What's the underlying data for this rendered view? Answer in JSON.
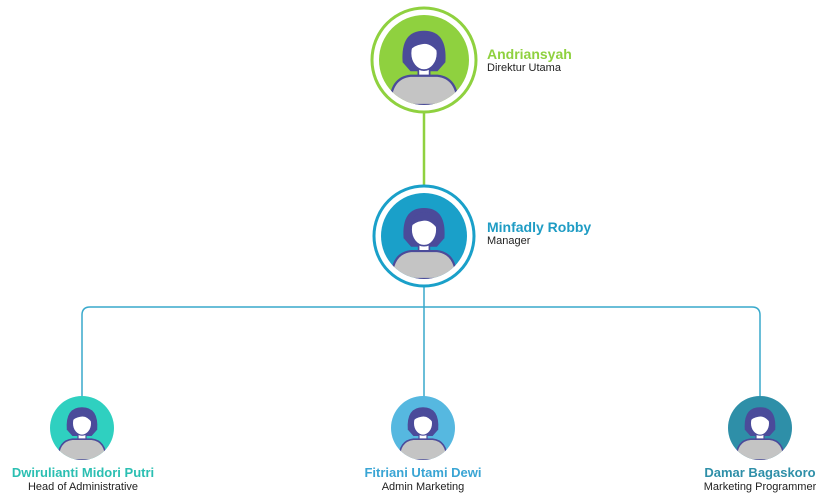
{
  "colors": {
    "green": "#8fd13f",
    "blue": "#1aa0c9",
    "teal": "#2fd0c0",
    "sky": "#56b8e0",
    "petrol": "#2e8fa8",
    "connector_top": "#8fd13f",
    "connector_bottom": "#38a9cc",
    "hair": "#4b4b9a",
    "skin": "#ffffff",
    "body": "#c4c4c4",
    "outline": "#4b4b9a"
  },
  "nodes": {
    "director": {
      "name": "Andriansyah",
      "role": "Direktur Utama",
      "color": "#8fd13f",
      "icon": "person-avatar-icon"
    },
    "manager": {
      "name": "Minfadly Robby",
      "role": "Manager",
      "color": "#1aa0c9",
      "icon": "person-avatar-icon"
    },
    "staff": [
      {
        "name": "Dwirulianti Midori Putri",
        "role": "Head of Administrative",
        "color": "#2fd0c0",
        "name_color": "#2bbfb2",
        "icon": "person-avatar-icon"
      },
      {
        "name": "Fitriani Utami Dewi",
        "role": "Admin Marketing",
        "color": "#56b8e0",
        "name_color": "#3aa5d4",
        "icon": "person-avatar-icon"
      },
      {
        "name": "Damar Bagaskoro",
        "role": "Marketing Programmer",
        "color": "#2e8fa8",
        "name_color": "#2e8fa8",
        "icon": "person-avatar-icon"
      }
    ]
  }
}
